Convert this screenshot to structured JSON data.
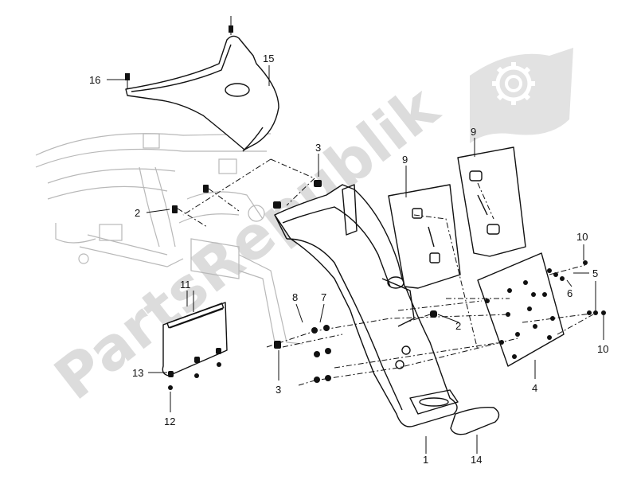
{
  "watermark": {
    "text": "PartsRepublik",
    "color": "#d9d9d9",
    "icon": "gear-flag-icon"
  },
  "callouts": [
    {
      "id": "c1",
      "label": "1"
    },
    {
      "id": "c2a",
      "label": "2"
    },
    {
      "id": "c2b",
      "label": "2"
    },
    {
      "id": "c3a",
      "label": "3"
    },
    {
      "id": "c3b",
      "label": "3"
    },
    {
      "id": "c4",
      "label": "4"
    },
    {
      "id": "c5",
      "label": "5"
    },
    {
      "id": "c6",
      "label": "6"
    },
    {
      "id": "c7",
      "label": "7"
    },
    {
      "id": "c8",
      "label": "8"
    },
    {
      "id": "c9a",
      "label": "9"
    },
    {
      "id": "c9b",
      "label": "9"
    },
    {
      "id": "c10a",
      "label": "10"
    },
    {
      "id": "c10b",
      "label": "10"
    },
    {
      "id": "c11",
      "label": "11"
    },
    {
      "id": "c12",
      "label": "12"
    },
    {
      "id": "c13",
      "label": "13"
    },
    {
      "id": "c14",
      "label": "14"
    },
    {
      "id": "c15",
      "label": "15"
    },
    {
      "id": "c16",
      "label": "16"
    }
  ]
}
